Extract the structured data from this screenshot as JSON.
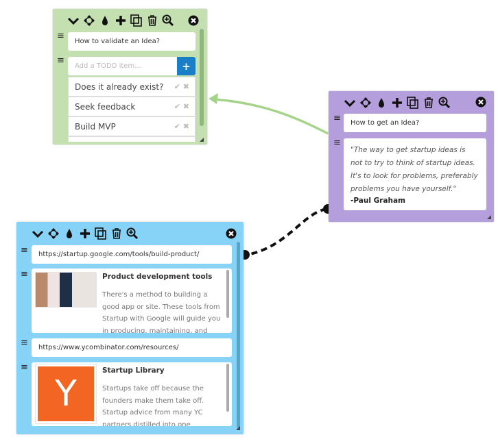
{
  "connectors": {
    "arrow_color": "#a5d38a",
    "dashed_color": "#111111"
  },
  "green_card": {
    "color": "#c5e0b0",
    "title": "How to validate an Idea?",
    "todo_placeholder": "Add a TODO item...",
    "add_label": "+",
    "items": [
      {
        "label": "Does it already exist?"
      },
      {
        "label": "Seek feedback"
      },
      {
        "label": "Build MVP"
      }
    ],
    "check_icon": "✔",
    "remove_icon": "✖"
  },
  "purple_card": {
    "color": "#b49fdc",
    "title": "How to get an Idea?",
    "quote": "\"The way to get startup ideas is not to try to think of startup ideas. It's to look for problems, preferably problems you have yourself.\"",
    "author": "-Paul Graham"
  },
  "blue_card": {
    "color": "#86d3f7",
    "links": [
      {
        "url": "https://startup.google.com/tools/build-product/",
        "title": "Product development tools",
        "description": "There's a method to building a good app or site. These tools from Startup with Google will guide you in producing, maintaining, and evolving"
      },
      {
        "url": "https://www.ycombinator.com/resources/",
        "title": "Startup Library",
        "description": "Startups take off because the founders make them take off. Startup advice from many YC partners distilled into one document. Build",
        "logo_letter": "Y",
        "logo_color": "#f26522"
      }
    ]
  },
  "toolbar_icons": [
    "collapse-chevron-icon",
    "move-icon",
    "color-drop-icon",
    "add-icon",
    "duplicate-icon",
    "delete-trash-icon",
    "zoom-in-icon"
  ]
}
